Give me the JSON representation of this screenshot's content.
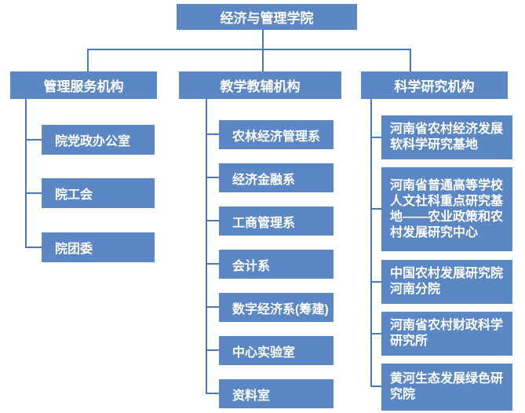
{
  "diagram": {
    "type": "org-chart",
    "root": {
      "label": "经济与管理学院"
    },
    "columns": [
      {
        "header": "管理服务机构",
        "children": [
          "院党政办公室",
          "院工会",
          "院团委"
        ]
      },
      {
        "header": "教学教辅机构",
        "children": [
          "农林经济管理系",
          "经济金融系",
          "工商管理系",
          "会计系",
          "数字经济系(筹建)",
          "中心实验室",
          "资料室"
        ]
      },
      {
        "header": "科学研究机构",
        "children": [
          "河南省农村经济发展软科学研究基地",
          "河南省普通高等学校人文社科重点研究基地——农业政策和农村发展研究中心",
          "中国农村发展研究院河南分院",
          "河南省农村财政科学研究所",
          "黄河生态发展绿色研究院"
        ]
      }
    ],
    "colors": {
      "box_fill": "#5B87C5",
      "connector_line": "#4878BE",
      "text": "#FFFFFF",
      "background": "#FFFFFF"
    }
  }
}
